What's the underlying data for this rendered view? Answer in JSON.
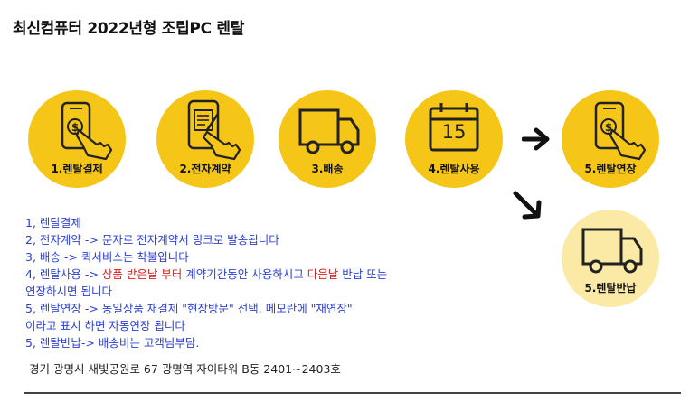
{
  "title": "최신컴퓨터 2022년형 조립PC 렌탈",
  "steps": [
    {
      "label": "1.렌탈결제",
      "icon": "phone-payment-hand-icon"
    },
    {
      "label": "2.전자계약",
      "icon": "phone-contract-hand-icon"
    },
    {
      "label": "3.배송",
      "icon": "delivery-truck-icon"
    },
    {
      "label": "4.렌탈사용",
      "icon": "calendar-icon",
      "calendar_day": "15"
    },
    {
      "label": "5.렌탈연장",
      "icon": "phone-payment-hand-icon"
    },
    {
      "label": "5.렌탈반납",
      "icon": "delivery-truck-icon"
    }
  ],
  "instructions": {
    "l1": "1, 렌탈결제",
    "l2": "2, 전자계약 -> 문자로 전자계약서 링크로 발송됩니다",
    "l3": "3, 배송 -> 퀵서비스는 착불입니다",
    "l4_a": "4, 렌탈사용 -> ",
    "l4_b": "상품 받은날 부터",
    "l4_c": " 계약기간동안 사용하시고 ",
    "l4_d": "다음날",
    "l4_e": " 반납 또는",
    "l5": "연장하시면 됩니다",
    "l6": "5, 렌탈연장 -> 동일상품 재결제 \"현장방문\" 선택, 메모란에 \"재연장\"",
    "l7": "이라고 표시 하면 자동연장 됩니다",
    "l8": "5, 렌탈반납-> 배송비는 고객님부담."
  },
  "address": "경기 광명시 새빛공원로 67 광명역 자이타워 B동 2401~2403호",
  "colors": {
    "circle": "#f5c518",
    "circle_pale": "#fbeaa6",
    "text_blue": "#2b3fd1",
    "text_red": "#e11b1b"
  }
}
